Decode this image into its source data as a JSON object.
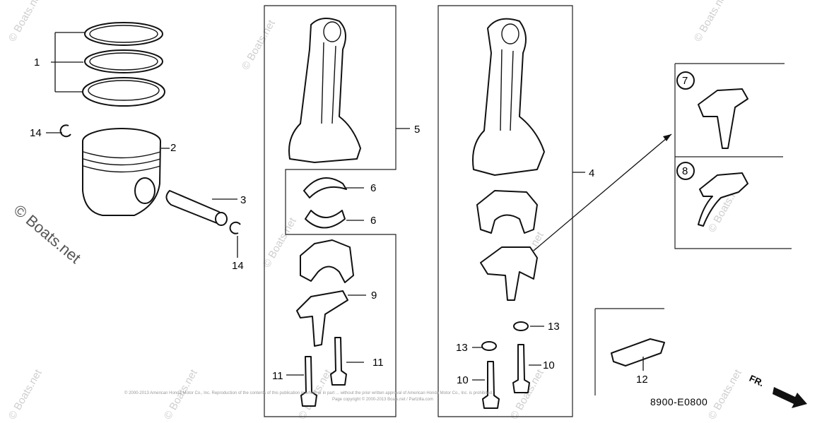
{
  "watermark": {
    "text": "© Boats.net"
  },
  "callouts": {
    "c1": "1",
    "c2": "2",
    "c3": "3",
    "c4": "4",
    "c5": "5",
    "c6a": "6",
    "c6b": "6",
    "c7": "7",
    "c8": "8",
    "c9": "9",
    "c10a": "10",
    "c10b": "10",
    "c11a": "11",
    "c11b": "11",
    "c12": "12",
    "c13a": "13",
    "c13b": "13",
    "c14a": "14",
    "c14b": "14"
  },
  "diagram_code": "8900-E0800",
  "direction_label": "FR.",
  "copyright": {
    "line1": "© 2000-2013 American Honda Motor Co., Inc. Reproduction of the contents of this publication in whole or in part ... without the prior written approval of American Honda Motor Co., Inc. is prohibited.",
    "line2": "Page copyright © 2000-2013 Boats.net / Partzilla.com"
  }
}
